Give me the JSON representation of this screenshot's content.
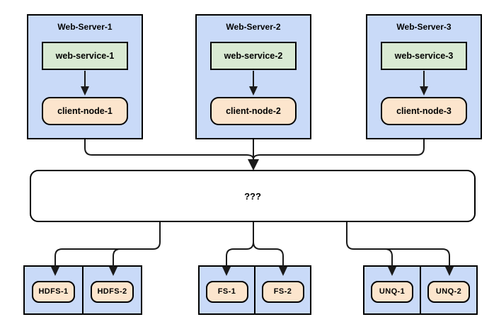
{
  "diagram": {
    "servers": [
      {
        "title": "Web-Server-1",
        "service": "web-service-1",
        "client": "client-node-1"
      },
      {
        "title": "Web-Server-2",
        "service": "web-service-2",
        "client": "client-node-2"
      },
      {
        "title": "Web-Server-3",
        "service": "web-service-3",
        "client": "client-node-3"
      }
    ],
    "hub": {
      "label": "???"
    },
    "storage_groups": [
      {
        "nodes": [
          "HDFS-1",
          "HDFS-2"
        ]
      },
      {
        "nodes": [
          "FS-1",
          "FS-2"
        ]
      },
      {
        "nodes": [
          "UNQ-1",
          "UNQ-2"
        ]
      }
    ],
    "colors": {
      "server_fill": "#c9daf8",
      "service_fill": "#d9ead3",
      "client_fill": "#fce5cd",
      "hub_fill": "#ffffff",
      "border": "#000000",
      "connector": "#1a1a1a"
    }
  }
}
